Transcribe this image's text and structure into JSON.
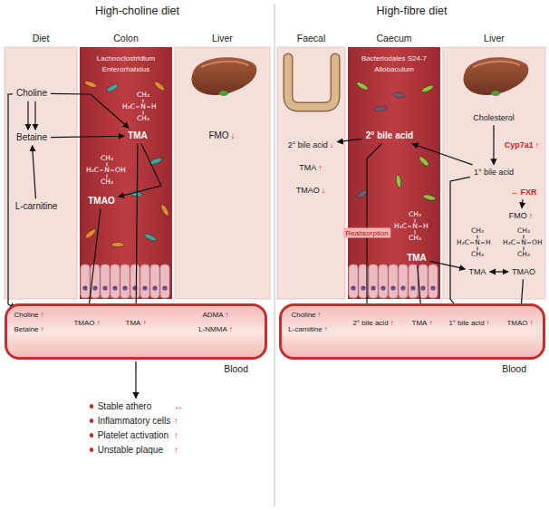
{
  "diagram": {
    "nodes": [
      {
        "text": [
          "High-choline diet"
        ]
      },
      {
        "text": [
          "Diet"
        ],
        "in": 0
      },
      {
        "text": [
          "Colon"
        ],
        "in": 0
      },
      {
        "text": [
          "Liver"
        ],
        "in": 0
      },
      {
        "text": [
          "Choline"
        ],
        "in": 1
      },
      {
        "text": [
          "Betaine"
        ],
        "in": 1
      },
      {
        "text": [
          "L-carnitine"
        ],
        "in": 1
      },
      {
        "text": [
          "TMA"
        ],
        "in": 2
      },
      {
        "text": [
          "TMAO"
        ],
        "in": 2
      },
      {
        "text": [
          "FMO",
          "↓"
        ],
        "in": 3
      },
      {
        "text": [
          "Blood"
        ],
        "in": 0
      },
      {
        "text": [
          "Choline",
          "↑"
        ],
        "in": 10
      },
      {
        "text": [
          "Betaine",
          "↑"
        ],
        "in": 10
      },
      {
        "text": [
          "TMAO",
          "↑"
        ],
        "in": 10
      },
      {
        "text": [
          "TMA",
          "↑"
        ],
        "in": 10
      },
      {
        "text": [
          "ADMA",
          "↑"
        ],
        "in": 10
      },
      {
        "text": [
          "L-NMMA",
          "↑"
        ],
        "in": 10
      },
      {
        "text": [
          "Stable athero",
          "↔",
          "Inflammatory cells",
          "↑",
          "Platelet activation",
          "↑",
          "Unstable plaque",
          "↑"
        ],
        "in": 0
      },
      {
        "text": [
          "High-fibre diet"
        ]
      },
      {
        "text": [
          "Faecal"
        ],
        "in": 18
      },
      {
        "text": [
          "Caecum"
        ],
        "in": 18
      },
      {
        "text": [
          "Liver"
        ],
        "in": 18
      },
      {
        "text": [
          "2° bile acid",
          "↓"
        ],
        "in": 19
      },
      {
        "text": [
          "TMA",
          "↑"
        ],
        "in": 19
      },
      {
        "text": [
          "TMAO",
          "↓"
        ],
        "in": 19
      },
      {
        "text": [
          "2° bile acid"
        ],
        "in": 20
      },
      {
        "text": [
          "TMA"
        ],
        "in": 20
      },
      {
        "text": [
          "Cholesterol"
        ],
        "in": 21
      },
      {
        "text": [
          "Cyp7a1",
          "↑"
        ],
        "in": 21
      },
      {
        "text": [
          "1° bile acid"
        ],
        "in": 21
      },
      {
        "text": [
          "↔",
          "FXR"
        ],
        "in": 21
      },
      {
        "text": [
          "FMO",
          "↑"
        ],
        "in": 21
      },
      {
        "text": [
          "TMA"
        ],
        "in": 21
      },
      {
        "text": [
          "TMAO"
        ],
        "in": 21
      },
      {
        "text": [
          "Blood"
        ],
        "in": 18
      },
      {
        "text": [
          "Choline",
          "↑"
        ],
        "in": 34
      },
      {
        "text": [
          "L-carnitine",
          "↑"
        ],
        "in": 34
      },
      {
        "text": [
          "2° bile acid",
          "↑"
        ],
        "in": 34
      },
      {
        "text": [
          "TMA",
          "↑"
        ],
        "in": 34
      },
      {
        "text": [
          "1° bile acid",
          "↑"
        ],
        "in": 34
      },
      {
        "text": [
          "TMAO",
          "↑"
        ],
        "in": 34
      }
    ],
    "edges": [
      {
        "from": 4,
        "to": 5,
        "arrow": "to"
      },
      {
        "from": 4,
        "to": 5,
        "arrow": "to"
      },
      {
        "from": 6,
        "to": 5,
        "arrow": "to"
      },
      {
        "from": 4,
        "to": 7,
        "arrow": "to"
      },
      {
        "from": 5,
        "to": 7,
        "arrow": "to"
      },
      {
        "from": 7,
        "to": 8,
        "arrow": "to"
      },
      {
        "from": 8,
        "to": 13,
        "arrow": "to"
      },
      {
        "from": 7,
        "to": 14,
        "arrow": "to"
      },
      {
        "from": 4,
        "to": 11,
        "arrow": "to"
      },
      {
        "from": 10,
        "to": 17,
        "arrow": "to"
      },
      {
        "from": 27,
        "to": 29,
        "arrow": "to"
      },
      {
        "from": 29,
        "to": 25,
        "arrow": "to"
      },
      {
        "from": 25,
        "to": 22,
        "arrow": "to"
      },
      {
        "from": 25,
        "to": 37,
        "arrow": "to",
        "label": "Reabsorption"
      },
      {
        "from": 30,
        "to": 31,
        "arrow": "to"
      },
      {
        "from": 26,
        "to": 32,
        "arrow": "to"
      },
      {
        "from": 26,
        "to": 38,
        "arrow": "to"
      },
      {
        "from": 32,
        "to": 33,
        "arrow": "both"
      },
      {
        "from": 33,
        "to": 40,
        "arrow": "to"
      },
      {
        "from": 29,
        "to": 39,
        "arrow": "to"
      }
    ],
    "labels": [
      "Lachnoclostridium",
      "Enterorhabdus",
      "Bacteriodales S24-7",
      "Allobaculum",
      "CH₃",
      "H₃C",
      "N",
      "H",
      "CH₃",
      "CH₃",
      "H₃C",
      "N",
      "OH",
      "CH₃",
      "CH₃",
      "H₃C",
      "N",
      "H",
      "CH₃",
      "CH₃",
      "H₃C",
      "N",
      "H",
      "CH₃",
      "CH₃",
      "H₃C",
      "N",
      "OH",
      "CH₃"
    ]
  }
}
